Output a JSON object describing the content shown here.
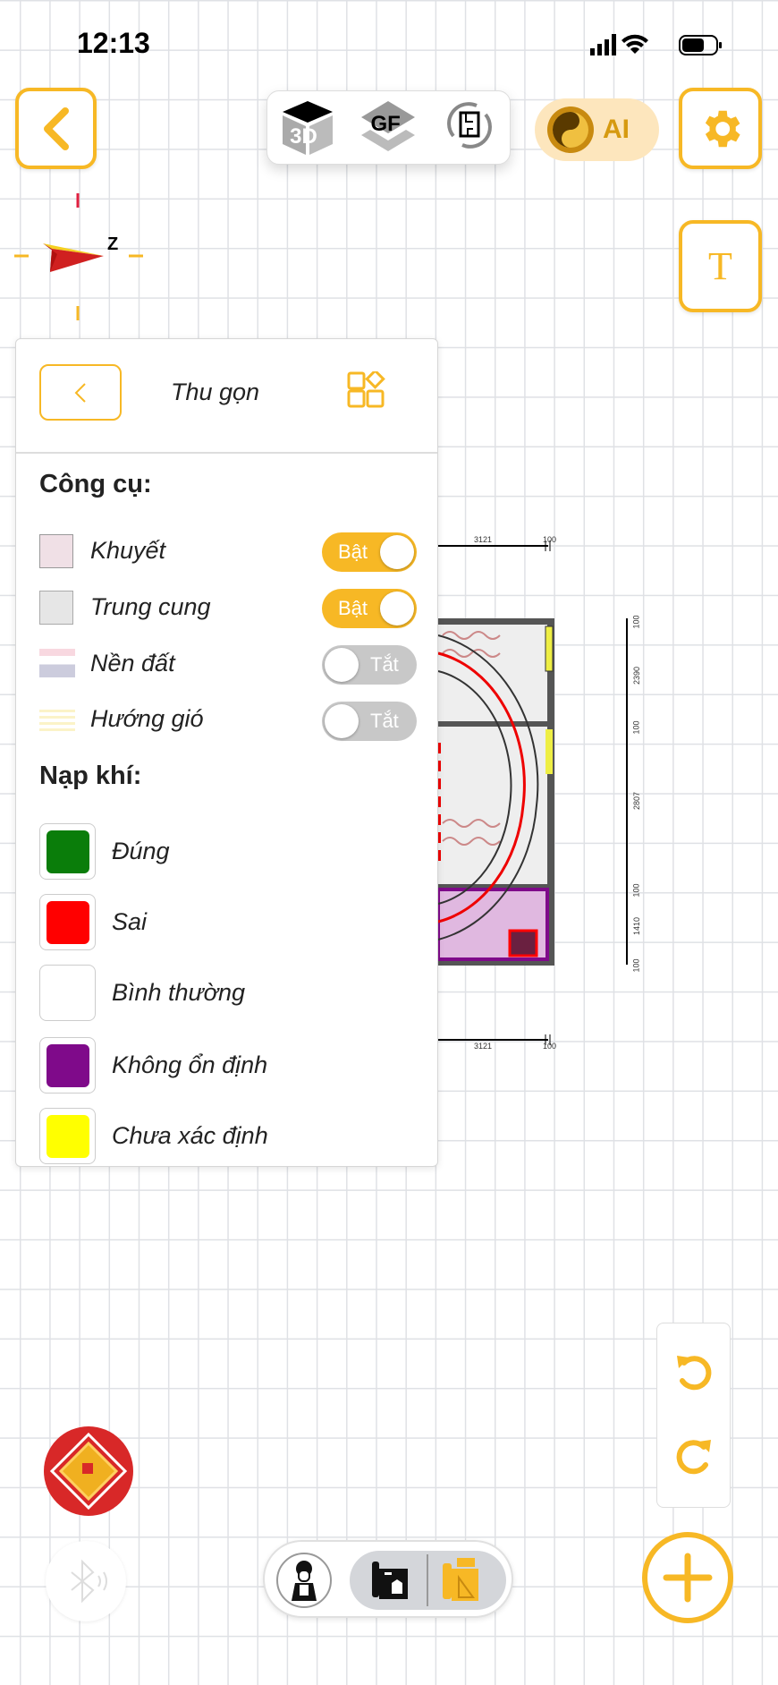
{
  "status": {
    "time": "12:13"
  },
  "toolbar": {
    "view_3d": "3D",
    "view_gf": "GF",
    "ai_label": "AI",
    "text_tool": "T"
  },
  "compass": {
    "label": "Z"
  },
  "panel": {
    "title": "Thu gọn",
    "tools_heading": "Công cụ:",
    "tools": [
      {
        "label": "Khuyết",
        "state": "Bật",
        "on": true
      },
      {
        "label": "Trung cung",
        "state": "Bật",
        "on": true
      },
      {
        "label": "Nền đất",
        "state": "Tắt",
        "on": false
      },
      {
        "label": "Hướng gió",
        "state": "Tắt",
        "on": false
      }
    ],
    "legend_heading": "Nạp khí:",
    "legend": [
      {
        "label": "Đúng",
        "color": "#0a7d0a"
      },
      {
        "label": "Sai",
        "color": "#ff0000"
      },
      {
        "label": "Bình thường",
        "color": "#ffffff"
      },
      {
        "label": "Không ổn định",
        "color": "#7f0a8a"
      },
      {
        "label": "Chưa xác định",
        "color": "#ffff00"
      }
    ]
  },
  "plan": {
    "width_dim": "3121",
    "wall_dim": "100",
    "vertical_dims": [
      "100",
      "2390",
      "100",
      "2807",
      "100",
      "1410",
      "100"
    ]
  },
  "colors": {
    "accent": "#f7b825"
  }
}
